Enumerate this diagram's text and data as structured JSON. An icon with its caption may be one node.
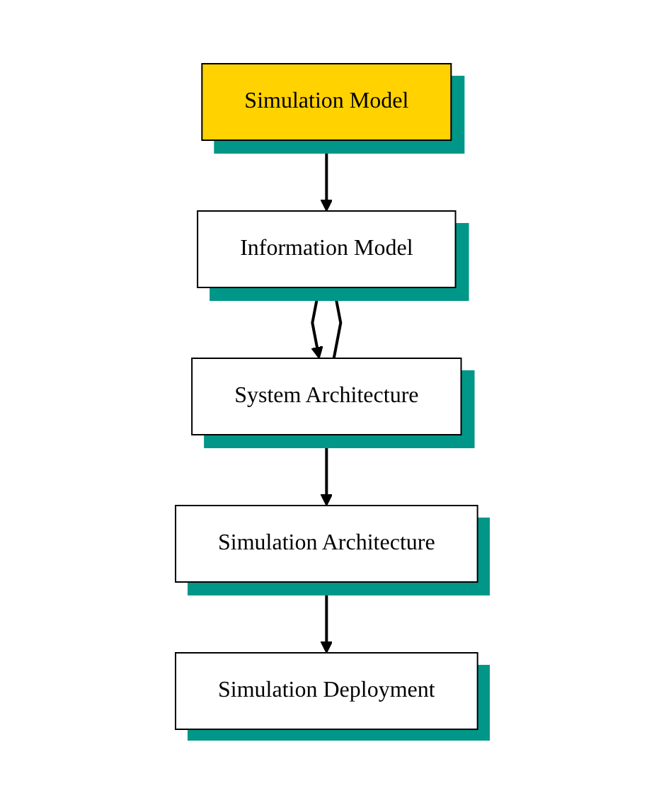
{
  "diagram": {
    "nodes": [
      {
        "text": [
          "Information Model"
        ]
      },
      {
        "text": [
          "Simulation Model"
        ]
      },
      {
        "text": [
          "System Architecture"
        ]
      },
      {
        "text": [
          "Simulation Architecture"
        ]
      },
      {
        "text": [
          "Simulation Deployment"
        ]
      }
    ],
    "edges": [
      {
        "from": 1,
        "to": 0,
        "arrow": "to"
      },
      {
        "from": 0,
        "to": 2,
        "arrow": "to"
      },
      {
        "from": 2,
        "to": 0,
        "arrow": "to"
      },
      {
        "from": 2,
        "to": 3,
        "arrow": "to"
      },
      {
        "from": 3,
        "to": 4,
        "arrow": "to"
      }
    ]
  }
}
